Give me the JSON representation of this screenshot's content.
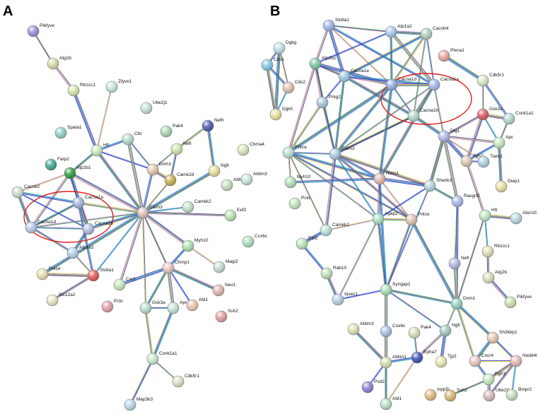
{
  "panels": [
    {
      "label": "A",
      "nodes": [
        {
          "id": "Pikfyve",
          "color": "#9b8fd8"
        },
        {
          "id": "Atg2b",
          "color": "#d9d9a8"
        },
        {
          "id": "Rb1cc1",
          "color": "#d6e6b0"
        },
        {
          "id": "Zfyve1",
          "color": "#c9e8d8"
        },
        {
          "id": "Ube2j1",
          "color": "#c6e2d4"
        },
        {
          "id": "Spata1",
          "color": "#8fd0c8"
        },
        {
          "id": "Htt",
          "color": "#cce8c0"
        },
        {
          "id": "Cltc",
          "color": "#b8dcc8"
        },
        {
          "id": "Pak4",
          "color": "#a9d8b4"
        },
        {
          "id": "Nefh",
          "color": "#4e58b0"
        },
        {
          "id": "Nefl",
          "color": "#d0e4b0"
        },
        {
          "id": "Chma4",
          "color": "#d8e8b8"
        },
        {
          "id": "Farp2",
          "color": "#3fa890"
        },
        {
          "id": "Atp2b1",
          "color": "#2e9c3c"
        },
        {
          "id": "Dnm1",
          "color": "#e8c8a8"
        },
        {
          "id": "Camk2d",
          "color": "#c8b050"
        },
        {
          "id": "Ngfr",
          "color": "#e8e0a0"
        },
        {
          "id": "Ablim1",
          "color": "#c8e0c0"
        },
        {
          "id": "Ablim3",
          "color": "#c8e4d8"
        },
        {
          "id": "Cacnb2",
          "color": "#c8e0d0"
        },
        {
          "id": "Cacna1a",
          "color": "#a0b4e0"
        },
        {
          "id": "Calm3",
          "color": "#e0c0b8"
        },
        {
          "id": "Camkk2",
          "color": "#c4e0c8"
        },
        {
          "id": "Eef2",
          "color": "#b8e4b0"
        },
        {
          "id": "Cacna1d",
          "color": "#b8c8e8"
        },
        {
          "id": "Cacna1b",
          "color": "#b0bce4"
        },
        {
          "id": "Atp1a3",
          "color": "#b0d0e8"
        },
        {
          "id": "Ccx6c",
          "color": "#b0e0c0"
        },
        {
          "id": "Myh10",
          "color": "#b0e0b0"
        },
        {
          "id": "Prkce",
          "color": "#e8e0b0"
        },
        {
          "id": "Slc8a1",
          "color": "#e05858"
        },
        {
          "id": "Chmp1",
          "color": "#e8c8c0"
        },
        {
          "id": "Magi2",
          "color": "#c8dcd0"
        },
        {
          "id": "Cxr2",
          "color": "#c8e8b8"
        },
        {
          "id": "Neo1",
          "color": "#e0b8b0"
        },
        {
          "id": "Slc12a2",
          "color": "#e8e8c8"
        },
        {
          "id": "Pclo",
          "color": "#e0a0a8"
        },
        {
          "id": "Gsk3a",
          "color": "#b8dcd0"
        },
        {
          "id": "Apc2",
          "color": "#c8e4d8"
        },
        {
          "id": "Abl1",
          "color": "#e8c8b0"
        },
        {
          "id": "Ssh2",
          "color": "#e0a0a0"
        },
        {
          "id": "Csnk1a1",
          "color": "#c8e8d0"
        },
        {
          "id": "Cdk5r1",
          "color": "#d8e4c8"
        },
        {
          "id": "Map3k3",
          "color": "#b8d8e8"
        }
      ]
    },
    {
      "label": "B",
      "nodes": [
        {
          "id": "Slc8a1",
          "color": "#a0b8e8"
        },
        {
          "id": "Atp1a2",
          "color": "#a8c8e8"
        },
        {
          "id": "Cacnb4",
          "color": "#b0d0c0"
        },
        {
          "id": "Dgkg",
          "color": "#c0e0e8"
        },
        {
          "id": "Cds1",
          "color": "#80c8e0"
        },
        {
          "id": "Atp2b1",
          "color": "#80c8a8"
        },
        {
          "id": "Plxna1",
          "color": "#e8a8a0"
        },
        {
          "id": "Cds2",
          "color": "#e0c0b0"
        },
        {
          "id": "Cacna1e",
          "color": "#9cc8e0"
        },
        {
          "id": "Cdk5r1",
          "color": "#d8e8c8"
        },
        {
          "id": "Cacna1d",
          "color": "#90b0e0"
        },
        {
          "id": "Cacna1a",
          "color": "#a8b8e8"
        },
        {
          "id": "Prkg2",
          "color": "#a8c8e0"
        },
        {
          "id": "Dgkh",
          "color": "#e8e0a0"
        },
        {
          "id": "Cacna1b",
          "color": "#b8d8c8"
        },
        {
          "id": "Gsk3a",
          "color": "#e05868"
        },
        {
          "id": "Csnk1a1",
          "color": "#b0d8d0"
        },
        {
          "id": "Dlg1",
          "color": "#b0b8e8"
        },
        {
          "id": "Apc",
          "color": "#c8e8c0"
        },
        {
          "id": "Prkca",
          "color": "#b8e0d0"
        },
        {
          "id": "Calm3",
          "color": "#a8c8e0"
        },
        {
          "id": "Apc2",
          "color": "#d8c8b0"
        },
        {
          "id": "Tiam1",
          "color": "#b0d0e0"
        },
        {
          "id": "Diap1",
          "color": "#e8e0a0"
        },
        {
          "id": "Myh10",
          "color": "#b0e0b8"
        },
        {
          "id": "Rims1",
          "color": "#e0b8b0"
        },
        {
          "id": "Shank3",
          "color": "#b8d0e0"
        },
        {
          "id": "Rasgrf2",
          "color": "#a8b8e8"
        },
        {
          "id": "Pclo",
          "color": "#c0e8c0"
        },
        {
          "id": "Htt",
          "color": "#c0e8c8"
        },
        {
          "id": "Abcn2l",
          "color": "#b8d8e0"
        },
        {
          "id": "Agap2",
          "color": "#a8dcc0"
        },
        {
          "id": "Prkce",
          "color": "#e0c0b0"
        },
        {
          "id": "Camkk2",
          "color": "#b8e0d8"
        },
        {
          "id": "Eef2",
          "color": "#b8e8b8"
        },
        {
          "id": "Rb1cc1",
          "color": "#e0e0b8"
        },
        {
          "id": "Rab10",
          "color": "#c0e0b8"
        },
        {
          "id": "Nefl",
          "color": "#b0b8e0"
        },
        {
          "id": "Atg2b",
          "color": "#d8e0b8"
        },
        {
          "id": "Iqsec1",
          "color": "#b8d0e8"
        },
        {
          "id": "Syngap1",
          "color": "#a8e0b8"
        },
        {
          "id": "Dnm1",
          "color": "#90d0c0"
        },
        {
          "id": "Pikfyve",
          "color": "#c8e0a8"
        },
        {
          "id": "Ablim3",
          "color": "#e0e0b0"
        },
        {
          "id": "Pak4",
          "color": "#d8e0b8"
        },
        {
          "id": "Ngfr",
          "color": "#a0c8c0"
        },
        {
          "id": "Cox6c",
          "color": "#a8c0e8"
        },
        {
          "id": "Sh3kbp1",
          "color": "#e8c8b0"
        },
        {
          "id": "Tjp2",
          "color": "#e8e8b0"
        },
        {
          "id": "Cxcr4",
          "color": "#e8c8c0"
        },
        {
          "id": "Epha7",
          "color": "#4050b8"
        },
        {
          "id": "Nedd4l",
          "color": "#e8b8b8"
        },
        {
          "id": "Ablim1",
          "color": "#d8e0b0"
        },
        {
          "id": "Fgfr3",
          "color": "#c8e8c0"
        },
        {
          "id": "Psd2",
          "color": "#9080d0"
        },
        {
          "id": "Inpp5j",
          "color": "#e0b880"
        },
        {
          "id": "Ssh2",
          "color": "#d8b870"
        },
        {
          "id": "Ube2j1",
          "color": "#d8b8b8"
        },
        {
          "id": "Bmpr2",
          "color": "#c8e0c0"
        },
        {
          "id": "Abl1",
          "color": "#b8e0c8"
        }
      ]
    }
  ]
}
